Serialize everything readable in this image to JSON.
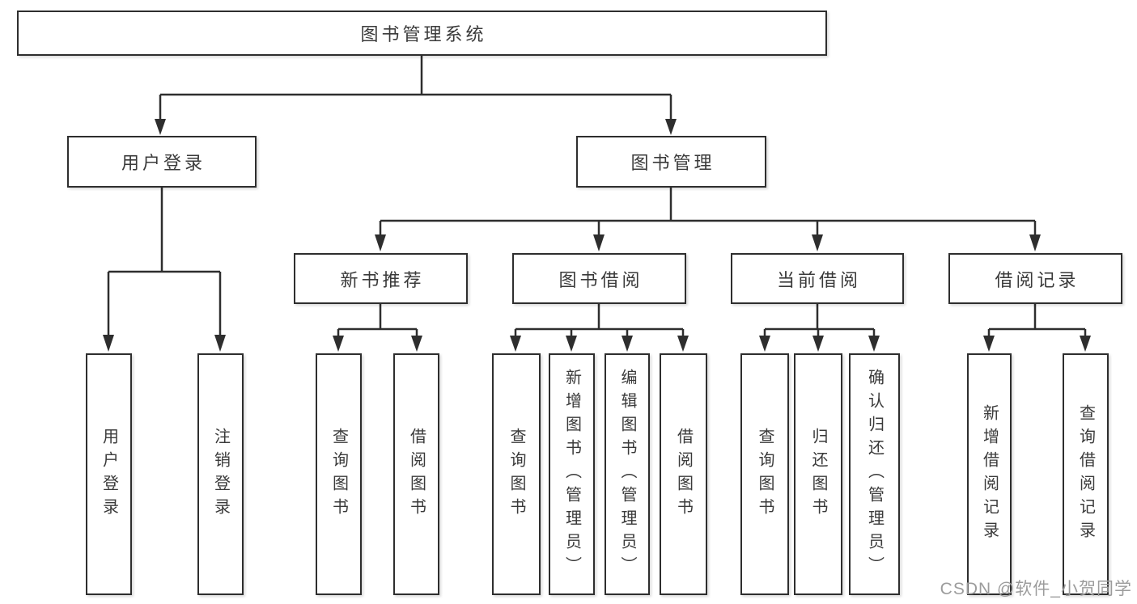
{
  "diagram_type": "tree",
  "root": {
    "label": "图书管理系统"
  },
  "branches": [
    {
      "label": "用户登录",
      "children": [
        {
          "label": "用户登录"
        },
        {
          "label": "注销登录"
        }
      ]
    },
    {
      "label": "图书管理",
      "children": [
        {
          "label": "新书推荐",
          "children": [
            {
              "label": "查询图书"
            },
            {
              "label": "借阅图书"
            }
          ]
        },
        {
          "label": "图书借阅",
          "children": [
            {
              "label": "查询图书"
            },
            {
              "label": "新增图书（管理员）"
            },
            {
              "label": "编辑图书（管理员）"
            },
            {
              "label": "借阅图书"
            }
          ]
        },
        {
          "label": "当前借阅",
          "children": [
            {
              "label": "查询图书"
            },
            {
              "label": "归还图书"
            },
            {
              "label": "确认归还（管理员）"
            }
          ]
        },
        {
          "label": "借阅记录",
          "children": [
            {
              "label": "新增借阅记录"
            },
            {
              "label": "查询借阅记录"
            }
          ]
        }
      ]
    }
  ],
  "watermark": "CSDN @软件_小贺同学",
  "colors": {
    "line": "#2e2e2e",
    "box_border": "#2e2e2e",
    "text": "#3a3a3a",
    "watermark": "#9c9c9c",
    "background": "#ffffff"
  }
}
